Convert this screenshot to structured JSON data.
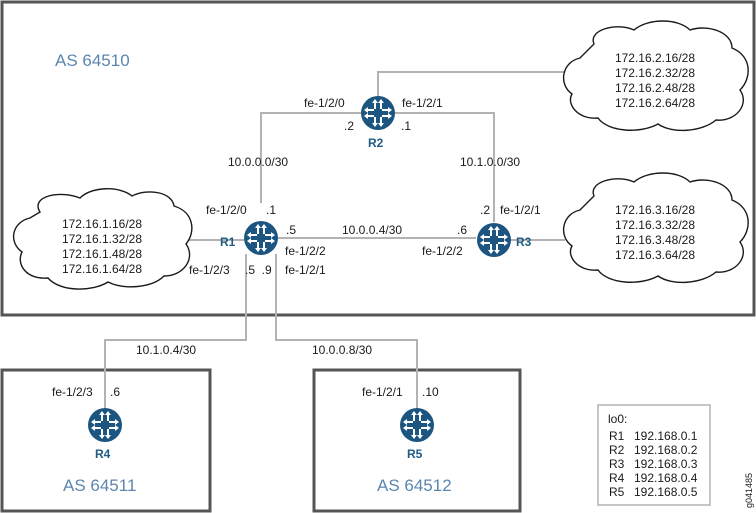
{
  "as_labels": {
    "main": "AS 64510",
    "left": "AS 64511",
    "right": "AS 64512"
  },
  "routers": {
    "r1": "R1",
    "r2": "R2",
    "r3": "R3",
    "r4": "R4",
    "r5": "R5"
  },
  "subnets": {
    "r1_r2": "10.0.0.0/30",
    "r2_r3": "10.1.0.0/30",
    "r1_r3": "10.0.0.4/30",
    "r1_r4": "10.1.0.4/30",
    "r1_r5": "10.0.0.8/30"
  },
  "interfaces": {
    "r2_left": "fe-1/2/0",
    "r2_right": "fe-1/2/1",
    "r2_left_host": ".2",
    "r2_right_host": ".1",
    "r1_top": "fe-1/2/0",
    "r1_top_host": ".1",
    "r1_right_host": ".5",
    "r1_right_if": "fe-1/2/2",
    "r1_bottom_if": "fe-1/2/1",
    "r1_left_if": "fe-1/2/3",
    "r1_bottom_hosts": ".5  .9",
    "r3_top_host": ".2",
    "r3_top_if": "fe-1/2/1",
    "r3_left_host": ".6",
    "r3_left_if": "fe-1/2/2",
    "r4_if": "fe-1/2/3",
    "r4_host": ".6",
    "r5_if": "fe-1/2/1",
    "r5_host": ".10"
  },
  "clouds": {
    "r1": [
      "172.16.1.16/28",
      "172.16.1.32/28",
      "172.16.1.48/28",
      "172.16.1.64/28"
    ],
    "r2": [
      "172.16.2.16/28",
      "172.16.2.32/28",
      "172.16.2.48/28",
      "172.16.2.64/28"
    ],
    "r3": [
      "172.16.3.16/28",
      "172.16.3.32/28",
      "172.16.3.48/28",
      "172.16.3.64/28"
    ]
  },
  "loopbacks": {
    "title": "lo0:",
    "entries": [
      {
        "router": "R1",
        "address": "192.168.0.1"
      },
      {
        "router": "R2",
        "address": "192.168.0.2"
      },
      {
        "router": "R3",
        "address": "192.168.0.3"
      },
      {
        "router": "R4",
        "address": "192.168.0.4"
      },
      {
        "router": "R5",
        "address": "192.168.0.5"
      }
    ]
  },
  "figure_id": "g041485",
  "colors": {
    "router_fill": "#1b5580",
    "as_label": "#5b86b0",
    "router_name": "#1f5b84",
    "link": "#b3b3b3",
    "box": "#555555"
  }
}
